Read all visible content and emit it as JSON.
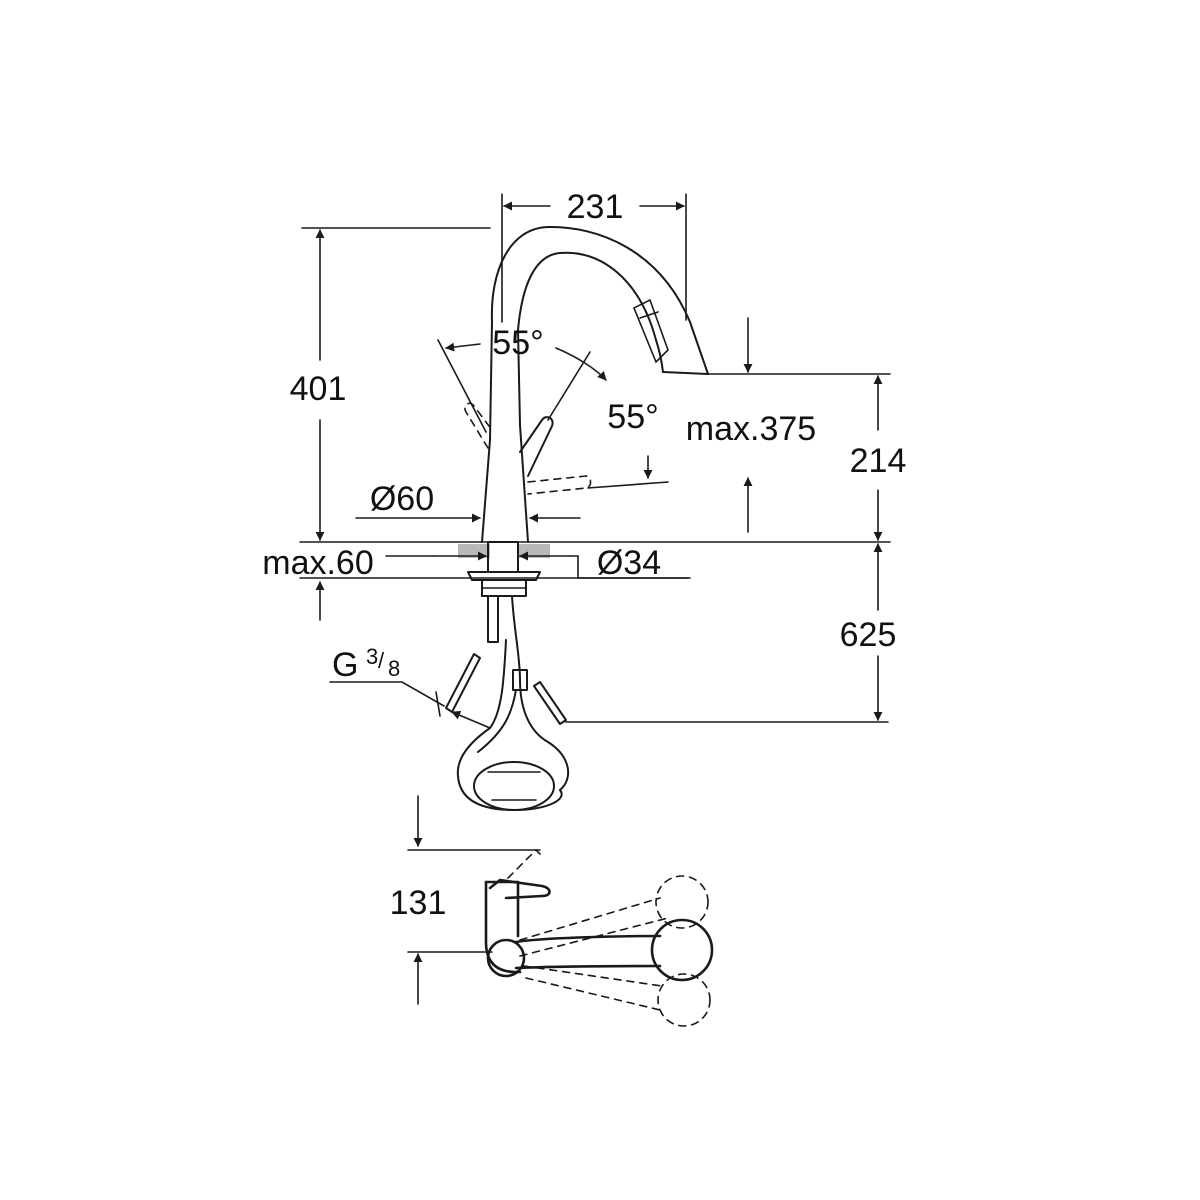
{
  "dimensions": {
    "top_width": "231",
    "total_height": "401",
    "angle_left": "55°",
    "angle_right": "55°",
    "max_height": "max.375",
    "spout_height": "214",
    "diameter_body": "Ø60",
    "max_thickness": "max.60",
    "diameter_hole": "Ø34",
    "under_length": "625",
    "thread_base": "G",
    "thread_num": "3",
    "thread_den": "8",
    "handle_clearance": "131"
  },
  "colors": {
    "stroke": "#1a1a1a",
    "background": "#ffffff",
    "hatch": "#b8b8b8"
  }
}
